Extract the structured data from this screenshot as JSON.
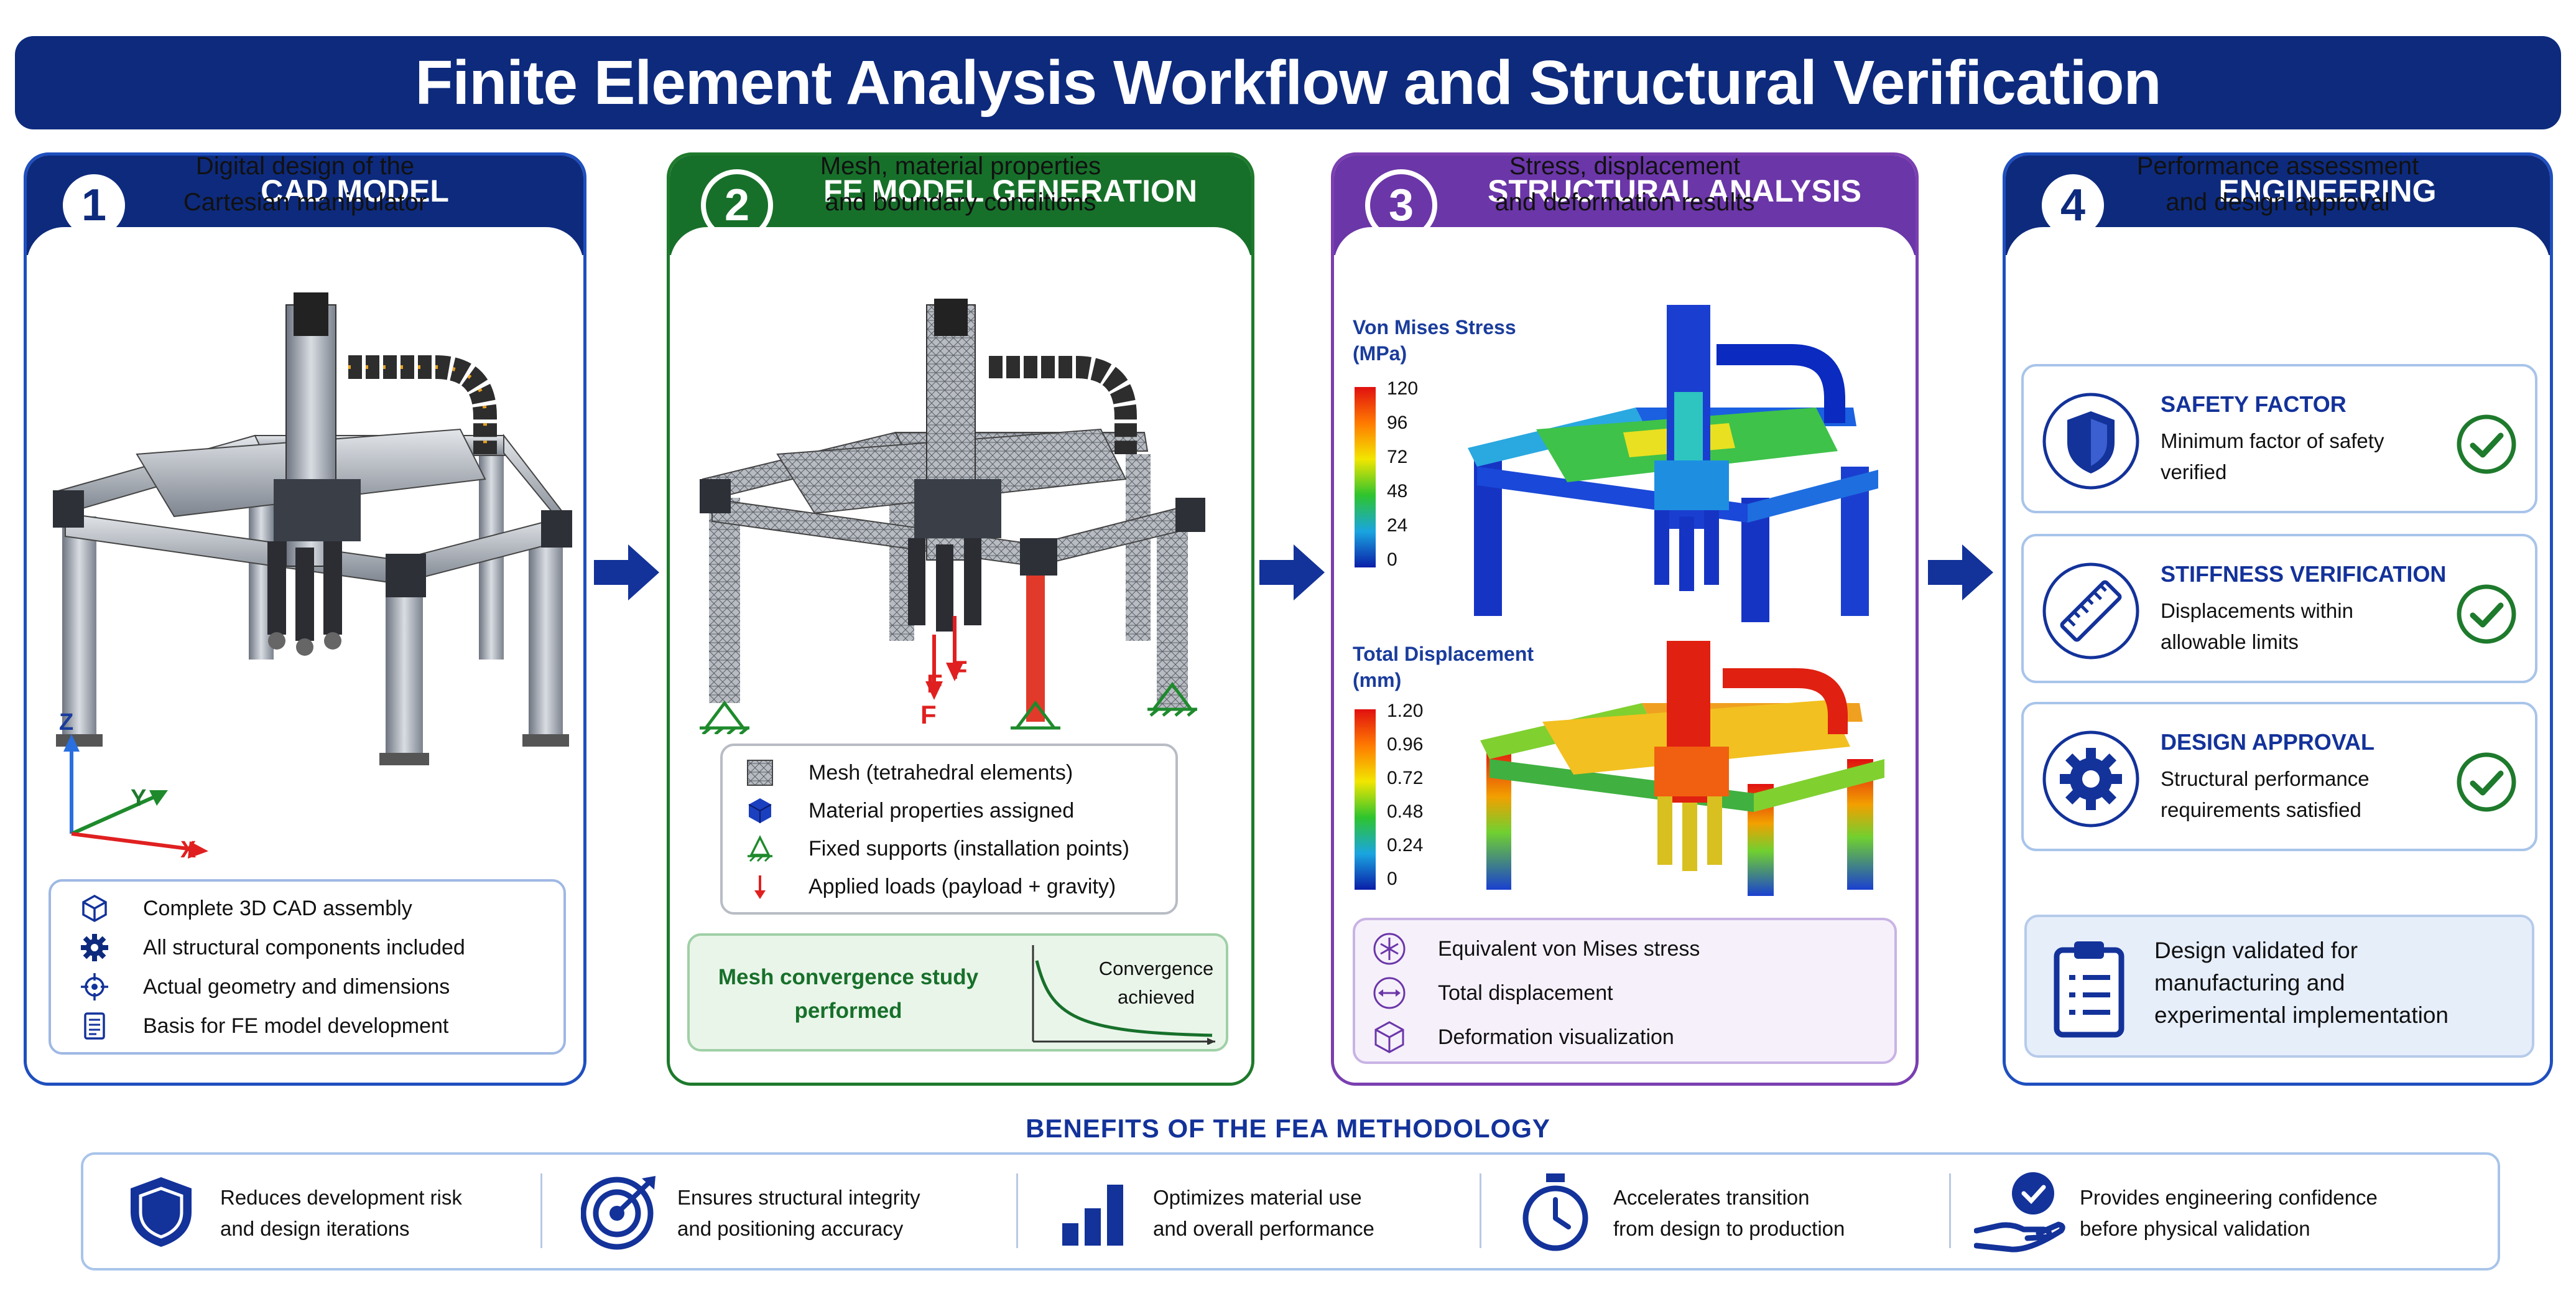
{
  "title": "Finite Element Analysis Workflow and Structural Verification",
  "panels": [
    {
      "num": "1",
      "title": "CAD MODEL",
      "subtitle": [
        "Digital design of the",
        "Cartesian manipulator"
      ],
      "axes": {
        "z": "Z",
        "y": "Y",
        "x": "X"
      },
      "items": [
        "Complete 3D CAD assembly",
        "All structural components included",
        "Actual geometry and dimensions",
        "Basis for FE model development"
      ]
    },
    {
      "num": "2",
      "title": "FE MODEL GENERATION",
      "subtitle": [
        "Mesh, material properties",
        "and boundary conditions"
      ],
      "force_label": "F",
      "legend": [
        "Mesh (tetrahedral elements)",
        "Material properties assigned",
        "Fixed supports (installation points)",
        "Applied loads (payload + gravity)"
      ],
      "convergence": {
        "text": [
          "Mesh convergence study",
          "performed"
        ],
        "chart_label": [
          "Convergence",
          "achieved"
        ]
      }
    },
    {
      "num": "3",
      "title": "STRUCTURAL ANALYSIS",
      "subtitle": [
        "Stress, displacement",
        "and deformation results"
      ],
      "stress_scale": {
        "title": [
          "Von Mises Stress",
          "(MPa)"
        ],
        "labels": [
          "120",
          "96",
          "72",
          "48",
          "24",
          "0"
        ]
      },
      "disp_scale": {
        "title": [
          "Total Displacement",
          "(mm)"
        ],
        "labels": [
          "1.20",
          "0.96",
          "0.72",
          "0.48",
          "0.24",
          "0"
        ]
      },
      "items": [
        "Equivalent von Mises stress",
        "Total displacement",
        "Deformation visualization"
      ]
    },
    {
      "num": "4",
      "title": "ENGINEERING VALIDATION",
      "subtitle": [
        "Performance assessment",
        "and design approval"
      ],
      "cards": [
        {
          "title": "SAFETY FACTOR",
          "text": [
            "Minimum factor of safety",
            "verified"
          ]
        },
        {
          "title": "STIFFNESS VERIFICATION",
          "text": [
            "Displacements within",
            "allowable limits"
          ]
        },
        {
          "title": "DESIGN APPROVAL",
          "text": [
            "Structural performance",
            "requirements satisfied"
          ]
        }
      ],
      "final": [
        "Design validated for",
        "manufacturing and",
        "experimental implementation"
      ]
    }
  ],
  "benefits": {
    "title": "BENEFITS OF THE FEA METHODOLOGY",
    "items": [
      [
        "Reduces development risk",
        "and design iterations"
      ],
      [
        "Ensures structural integrity",
        "and positioning accuracy"
      ],
      [
        "Optimizes material use",
        "and overall performance"
      ],
      [
        "Accelerates transition",
        "from design to production"
      ],
      [
        "Provides engineering confidence",
        "before physical validation"
      ]
    ]
  },
  "colors": {
    "navy": "#0d2a7d",
    "green": "#17702a",
    "purple": "#6b36a8",
    "check": "#1e7a2c"
  }
}
